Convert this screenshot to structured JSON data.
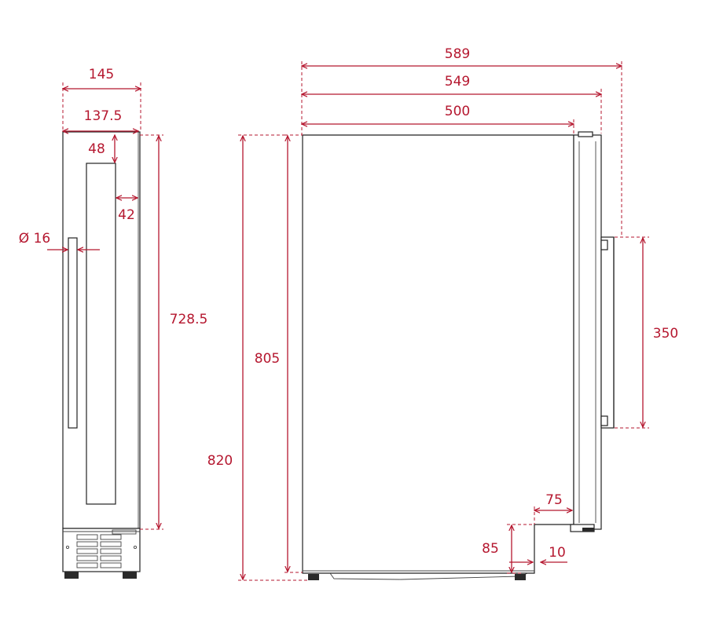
{
  "colors": {
    "dimension": "#b5172f",
    "outline": "#222222"
  },
  "front_view": {
    "width_outer": "145",
    "width_inner": "137.5",
    "glass_top_offset": "48",
    "glass_side_offset": "42",
    "handle_diameter": "Ø 16",
    "door_height": "728.5",
    "total_height": "820"
  },
  "side_view": {
    "depth_total": "589",
    "depth_with_door": "549",
    "depth_body": "500",
    "body_height": "805",
    "handle_length": "350",
    "plinth_depth": "75",
    "plinth_height": "85",
    "plinth_offset": "10"
  }
}
